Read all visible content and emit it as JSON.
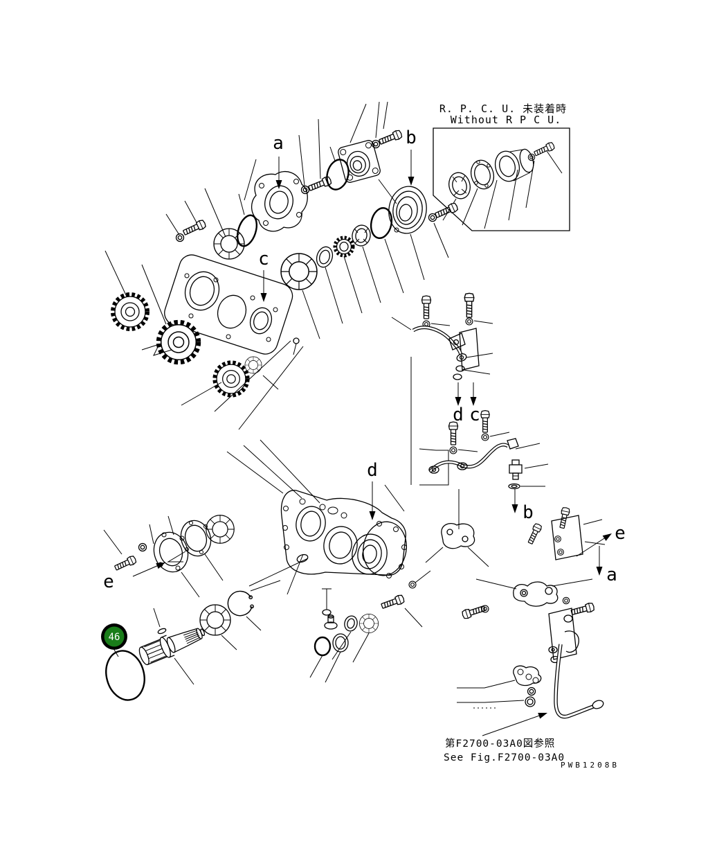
{
  "figure": {
    "inset": {
      "title_line1": "R. P. C. U. 未装着時",
      "title_line2": "Without R P C U."
    },
    "callouts": {
      "a_top": "a",
      "b_top": "b",
      "c_gear": "c",
      "d_case": "d",
      "d_pipe": "d",
      "c_pipe": "c",
      "b_fitting": "b",
      "e_right": "e",
      "a_right": "a",
      "e_flange": "e"
    },
    "balloon": {
      "number": "46",
      "fill": "#1a7d1a",
      "ring": "#000000",
      "text_color": "#ffffff"
    },
    "footer": {
      "ref_jp": "第F2700-03A0図参照",
      "ref_en": "See Fig.F2700-03A0",
      "plate_code": "PWB1208B"
    },
    "colors": {
      "line": "#000000",
      "background": "#ffffff"
    }
  }
}
